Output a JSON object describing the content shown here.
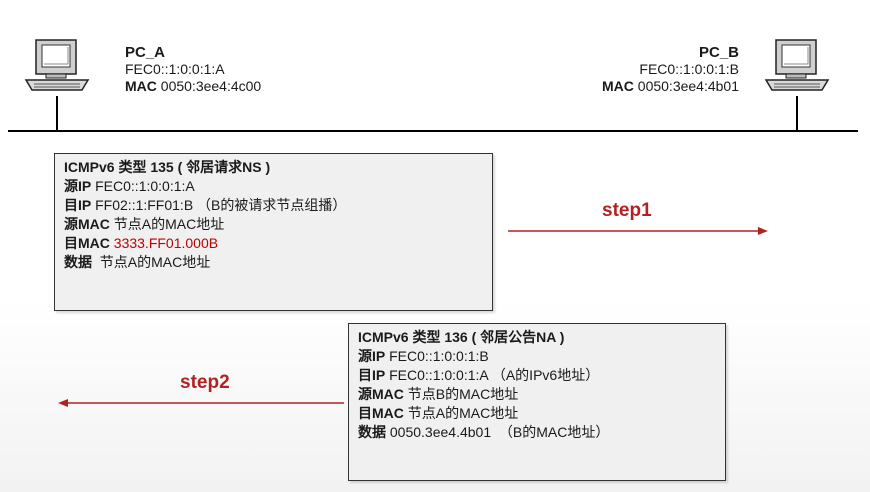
{
  "pc_a": {
    "name": "PC_A",
    "ip": "FEC0::1:0:0:1:A",
    "mac_label": "MAC",
    "mac": "0050:3ee4:4c00"
  },
  "pc_b": {
    "name": "PC_B",
    "ip": "FEC0::1:0:0:1:B",
    "mac_label": "MAC",
    "mac": "0050:3ee4:4b01"
  },
  "packet_ns": {
    "title": "ICMPv6 类型 135 ( 邻居请求NS )",
    "rows": [
      {
        "key": "源IP",
        "value": " FEC0::1:0:0:1:A"
      },
      {
        "key": "目IP",
        "value": " FF02::1:FF01:B （B的被请求节点组播）"
      },
      {
        "key": "源MAC",
        "value": " 节点A的MAC地址"
      },
      {
        "key": "目MAC",
        "value": " 3333.FF01.000B"
      },
      {
        "key": "数据",
        "value": "  节点A的MAC地址"
      }
    ],
    "highlight_color": "#c00000"
  },
  "packet_na": {
    "title": "ICMPv6 类型 136 ( 邻居公告NA )",
    "rows": [
      {
        "key": "源IP",
        "value": " FEC0::1:0:0:1:B"
      },
      {
        "key": "目IP",
        "value": " FEC0::1:0:0:1:A （A的IPv6地址）"
      },
      {
        "key": "源MAC",
        "value": " 节点B的MAC地址"
      },
      {
        "key": "目MAC",
        "value": " 节点A的MAC地址"
      },
      {
        "key": "数据",
        "value": " 0050.3ee4.4b01  （B的MAC地址）"
      }
    ]
  },
  "steps": {
    "step1": "step1",
    "step2": "step2",
    "arrow_color": "#b22222"
  }
}
